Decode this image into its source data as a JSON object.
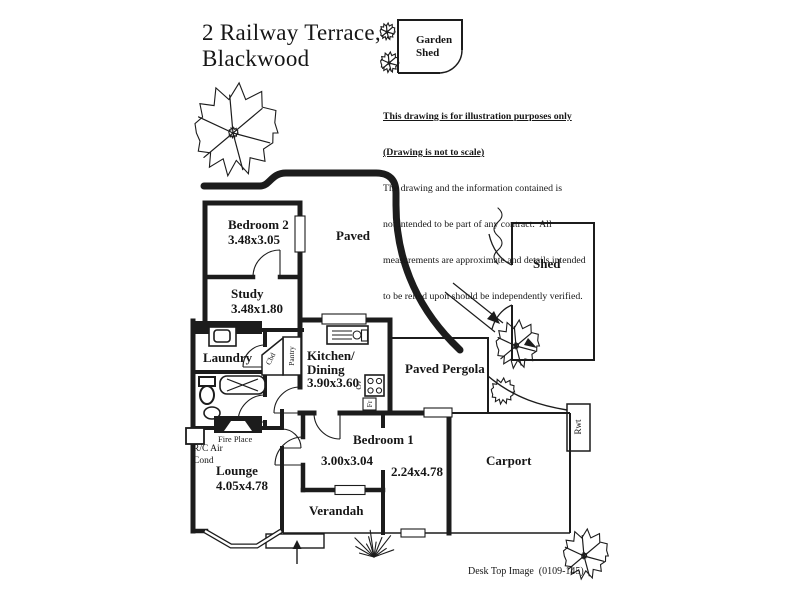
{
  "title": {
    "line1": "2 Railway Terrace,",
    "line2": "Blackwood"
  },
  "legend": {
    "garden_shed_line1": "Garden",
    "garden_shed_line2": "Shed"
  },
  "disclaimer": {
    "underline1": "This drawing is for illustration purposes only",
    "underline2": "(Drawing is not to scale)",
    "line1": "The drawing and the information contained is",
    "line2": "not intended to be part of any contract.  All",
    "line3": "measurements are approximate and details intended",
    "line4": "to be relied upon should be independently verified."
  },
  "rooms": {
    "bedroom2": {
      "name": "Bedroom 2",
      "dims": "3.48x3.05"
    },
    "study": {
      "name": "Study",
      "dims": "3.48x1.80"
    },
    "paved": {
      "name": "Paved"
    },
    "laundry": {
      "name": "Laundry"
    },
    "kitchen": {
      "line1": "Kitchen/",
      "line2": "Dining",
      "dims": "3.90x3.60"
    },
    "pergola": {
      "name": "Paved Pergola"
    },
    "shed": {
      "name": "Shed"
    },
    "bedroom1": {
      "name": "Bedroom 1",
      "dims": "3.00x3.04"
    },
    "side_room": {
      "dims": "2.24x4.78"
    },
    "carport": {
      "name": "Carport"
    },
    "lounge": {
      "name": "Lounge",
      "dims": "4.05x4.78"
    },
    "verandah": {
      "name": "Verandah"
    }
  },
  "features": {
    "fireplace": "Fire Place",
    "rc_air_line1": "R/C Air",
    "rc_air_line2": "Cond",
    "cbd": "Cbd",
    "pantry": "Pantry",
    "ov": "Ov",
    "fr": "Fr",
    "rwt": "Rwt"
  },
  "footer": {
    "credit": "Desk Top Image  (0109-145)"
  },
  "colors": {
    "ink": "#1c1c1c",
    "paper": "#ffffff"
  }
}
